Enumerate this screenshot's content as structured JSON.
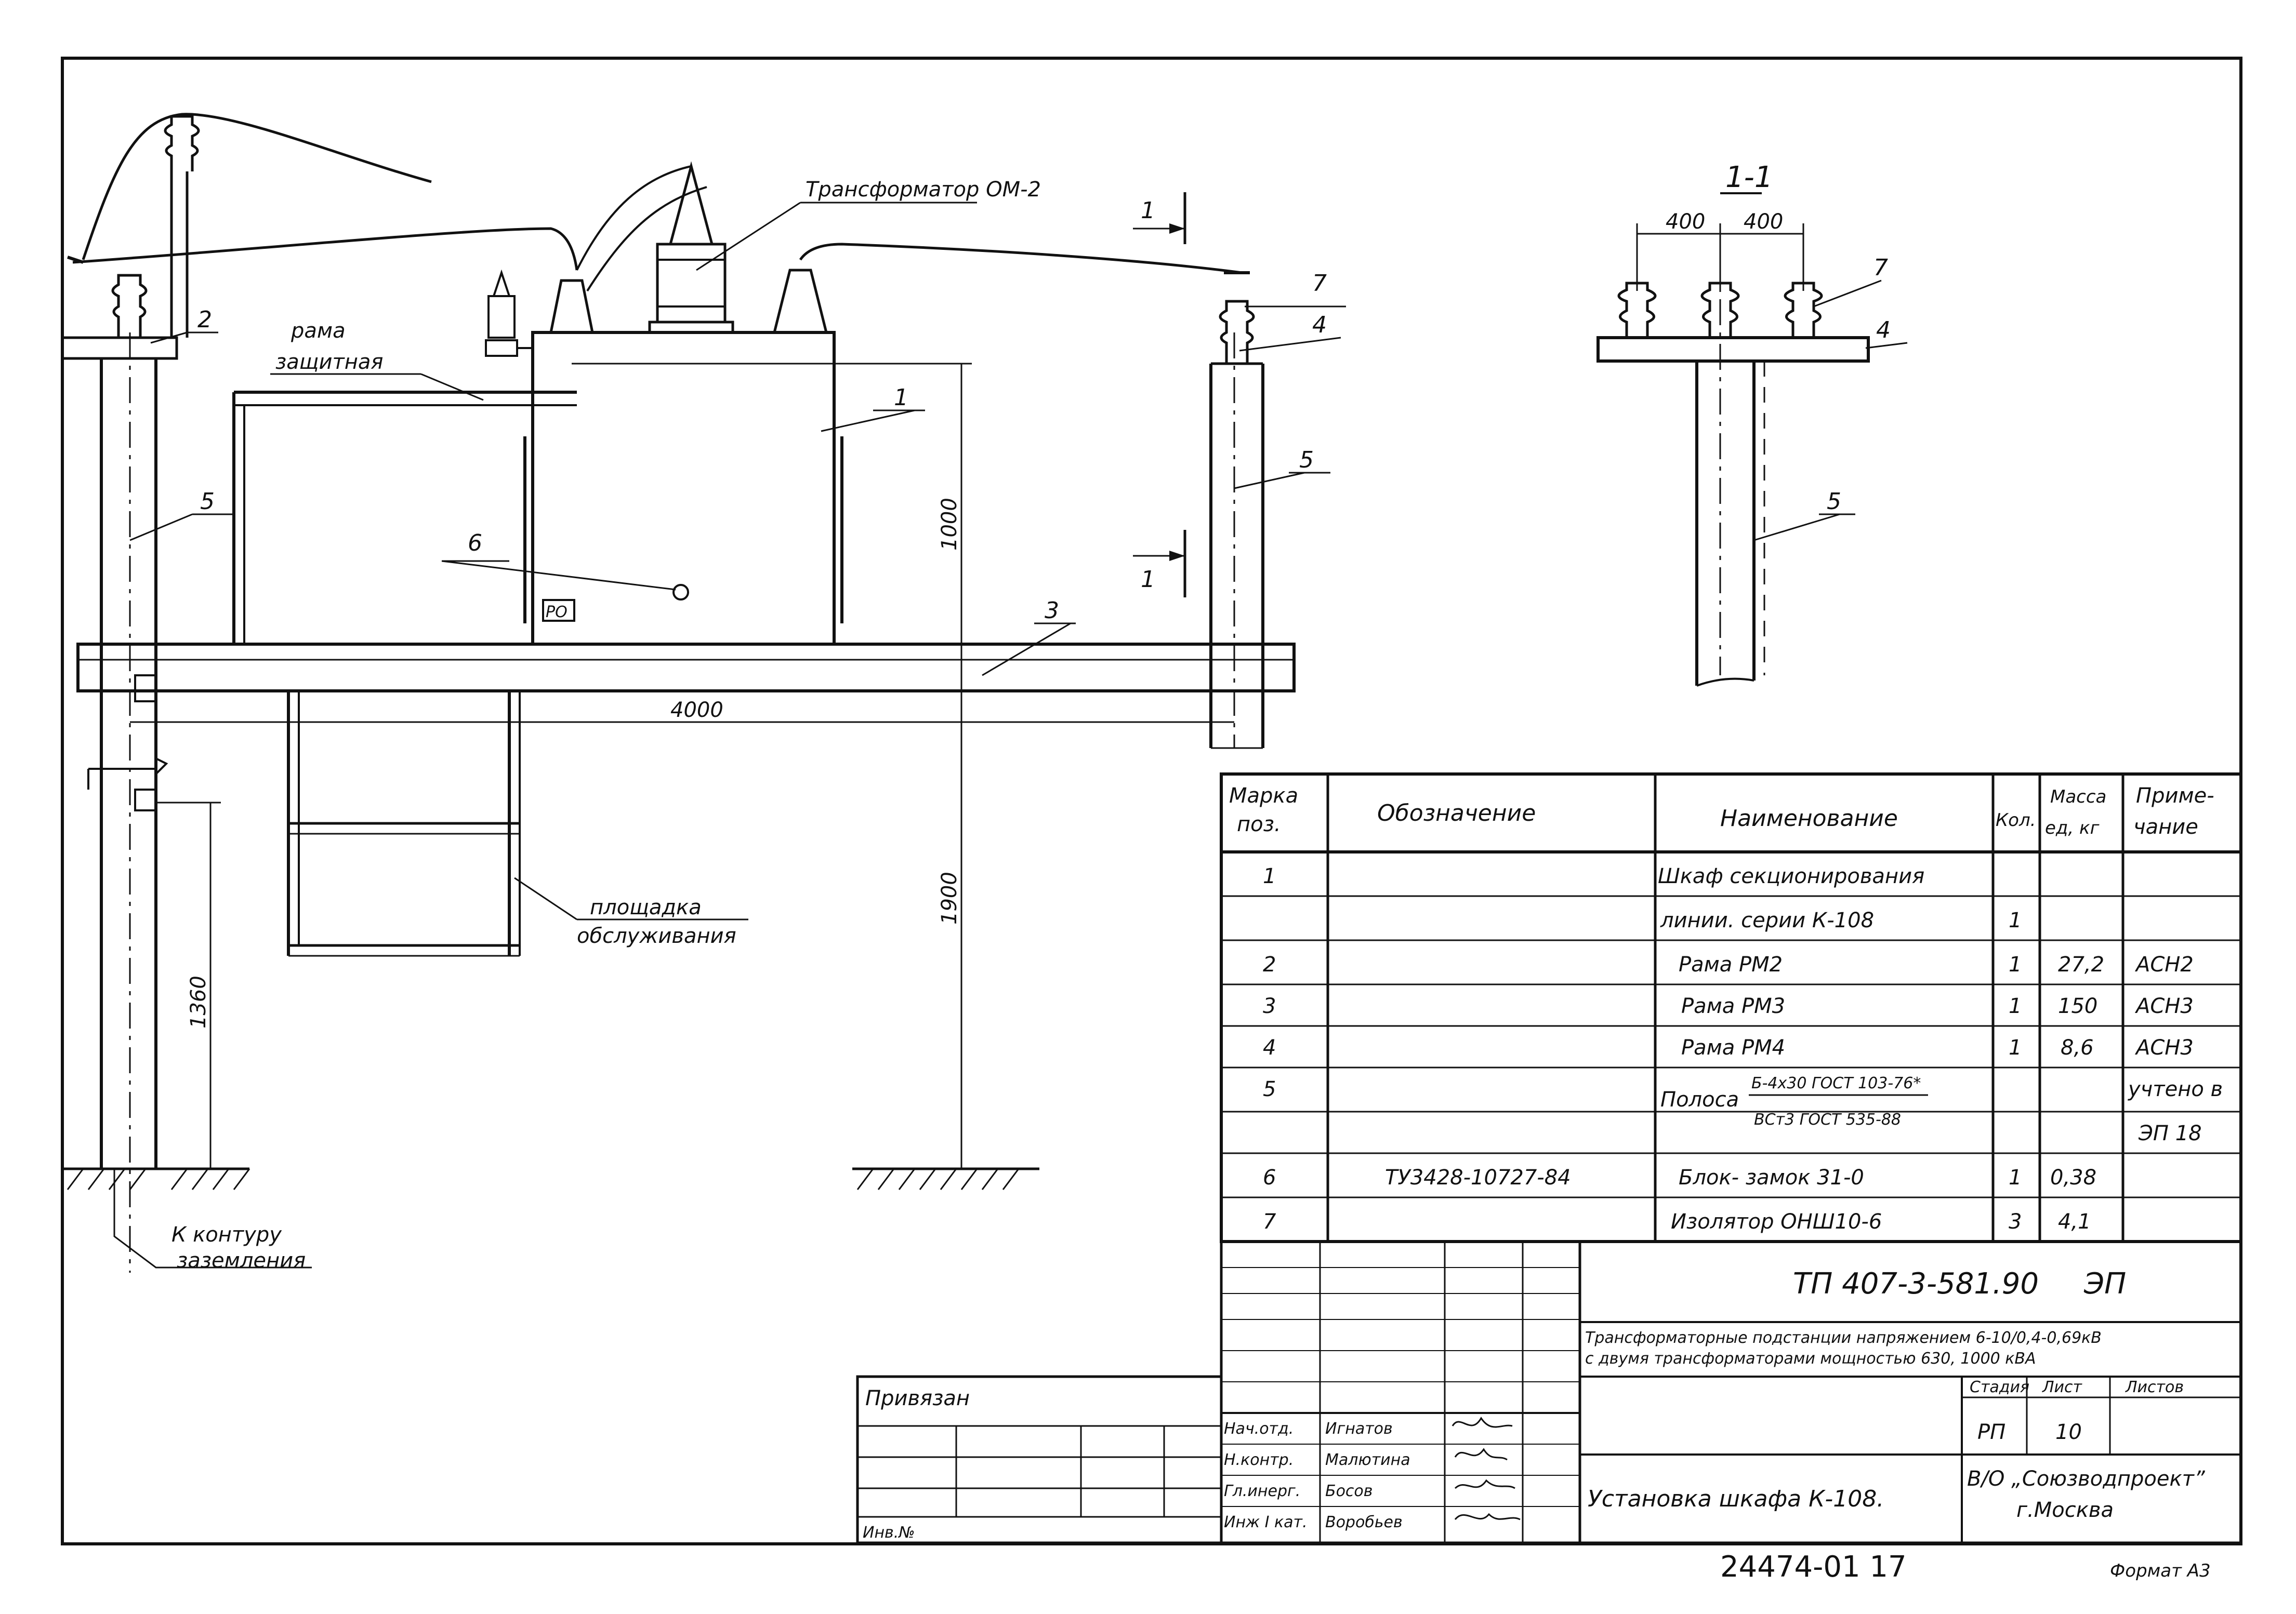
{
  "labels": {
    "transformer": "Трансформатор ОМ-2",
    "frame_protective_1": "рама",
    "frame_protective_2": "защитная",
    "platform_1": "площадка",
    "platform_2": "обслуживания",
    "ground_1": "К контуру",
    "ground_2": "заземления",
    "section_title": "1-1",
    "section_mark": "1",
    "lock_box": "РО"
  },
  "callouts": [
    "1",
    "2",
    "3",
    "4",
    "5",
    "6",
    "7"
  ],
  "dimensions": {
    "width_total": "4000",
    "height_cabinet": "1000",
    "height_platform": "1900",
    "height_ground": "1360",
    "section_left": "400",
    "section_right": "400"
  },
  "spec_table": {
    "headers": [
      "Марка поз.",
      "Обозначение",
      "Наименование",
      "Кол.",
      "Масса ед, кг",
      "Приме-чание"
    ],
    "headers_lines": {
      "mark": [
        "Марка",
        "поз."
      ],
      "designation": [
        "Обозначение"
      ],
      "name": [
        "Наименование"
      ],
      "qty": [
        "Кол."
      ],
      "mass": [
        "Масса",
        "ед, кг"
      ],
      "note": [
        "Приме-",
        "чание"
      ]
    },
    "rows": [
      {
        "pos": "1",
        "designation": "",
        "name": "Шкаф секционирования",
        "qty": "",
        "mass": "",
        "note": ""
      },
      {
        "pos": "",
        "designation": "",
        "name": "линии.  серии К-108",
        "qty": "1",
        "mass": "",
        "note": ""
      },
      {
        "pos": "2",
        "designation": "",
        "name": "Рама РМ2",
        "qty": "1",
        "mass": "27,2",
        "note": "АСН2"
      },
      {
        "pos": "3",
        "designation": "",
        "name": "Рама РМ3",
        "qty": "1",
        "mass": "150",
        "note": "АСН3"
      },
      {
        "pos": "4",
        "designation": "",
        "name": "Рама РМ4",
        "qty": "1",
        "mass": "8,6",
        "note": "АСН3"
      },
      {
        "pos": "5",
        "designation": "",
        "name": "Полоса",
        "qty": "",
        "mass": "",
        "note": "учтено в"
      },
      {
        "pos": "",
        "designation": "",
        "name": "",
        "qty": "",
        "mass": "",
        "note": "ЭП 18"
      },
      {
        "pos": "6",
        "designation": "ТУ3428-10727-84",
        "name": "Блок- замок 31-0",
        "qty": "1",
        "mass": "0,38",
        "note": ""
      },
      {
        "pos": "7",
        "designation": "",
        "name": "Изолятор ОНШ10-6",
        "qty": "3",
        "mass": "4,1",
        "note": ""
      }
    ],
    "polosa_fraction_top": "Б-4х30 ГОСТ 103-76*",
    "polosa_fraction_bottom": "ВСт3 ГОСТ 535-88"
  },
  "title_block": {
    "doc_code": "ТП 407-3-581.90",
    "doc_suffix": "ЭП",
    "project_1": "Трансформаторные подстанции напряжением 6-10/0,4-0,69кВ",
    "project_2": "с двумя трансформаторами мощностью 630, 1000 кВА",
    "stage_header": "Стадия",
    "sheet_header": "Лист",
    "sheets_header": "Листов",
    "stage": "РП",
    "sheet": "10",
    "drawing_title": "Установка шкафа  К-108.",
    "org_1": "В/О „Союзводпроект”",
    "org_2": "г.Москва",
    "privyazan": "Привязан",
    "inv": "Инв.№",
    "archive_no": "24474-01   17",
    "format": "Формат А3",
    "signatures": [
      {
        "role": "Нач.отд.",
        "name": "Игнатов"
      },
      {
        "role": "Н.контр.",
        "name": "Малютина"
      },
      {
        "role": "Гл.инерг.",
        "name": "Босов"
      },
      {
        "role": "Инж I кат.",
        "name": "Воробьев"
      }
    ]
  }
}
